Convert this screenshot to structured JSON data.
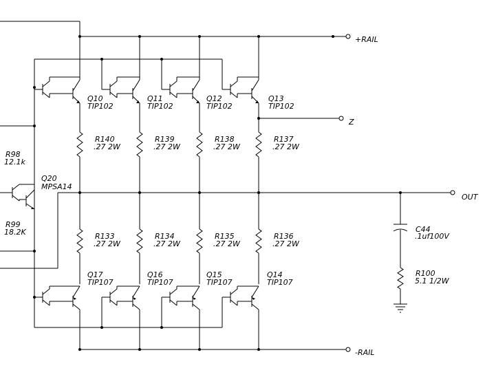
{
  "rails": {
    "positive": "+RAIL",
    "negative": "-RAIL",
    "output": "OUT",
    "bias_node": "Z"
  },
  "driver": {
    "transistor": {
      "ref": "Q20",
      "part": "MPSA14"
    },
    "r_top": {
      "ref": "R98",
      "value": "12.1k"
    },
    "r_bottom": {
      "ref": "R99",
      "value": "18.2K"
    }
  },
  "upper_transistors": [
    {
      "ref": "Q10",
      "part": "TIP102"
    },
    {
      "ref": "Q11",
      "part": "TIP102"
    },
    {
      "ref": "Q12",
      "part": "TIP102"
    },
    {
      "ref": "Q13",
      "part": "TIP102"
    }
  ],
  "upper_resistors": [
    {
      "ref": "R140",
      "value": ".27 2W"
    },
    {
      "ref": "R139",
      "value": ".27 2W"
    },
    {
      "ref": "R138",
      "value": ".27 2W"
    },
    {
      "ref": "R137",
      "value": ".27 2W"
    }
  ],
  "lower_resistors": [
    {
      "ref": "R133",
      "value": ".27 2W"
    },
    {
      "ref": "R134",
      "value": ".27 2W"
    },
    {
      "ref": "R135",
      "value": ".27 2W"
    },
    {
      "ref": "R136",
      "value": ".27 2W"
    }
  ],
  "lower_transistors": [
    {
      "ref": "Q17",
      "part": "TIP107"
    },
    {
      "ref": "Q16",
      "part": "TIP107"
    },
    {
      "ref": "Q15",
      "part": "TIP107"
    },
    {
      "ref": "Q14",
      "part": "TIP107"
    }
  ],
  "zobel": {
    "capacitor": {
      "ref": "C44",
      "value": ".1uf100V"
    },
    "resistor": {
      "ref": "R100",
      "value": "5.1 1/2W"
    }
  }
}
